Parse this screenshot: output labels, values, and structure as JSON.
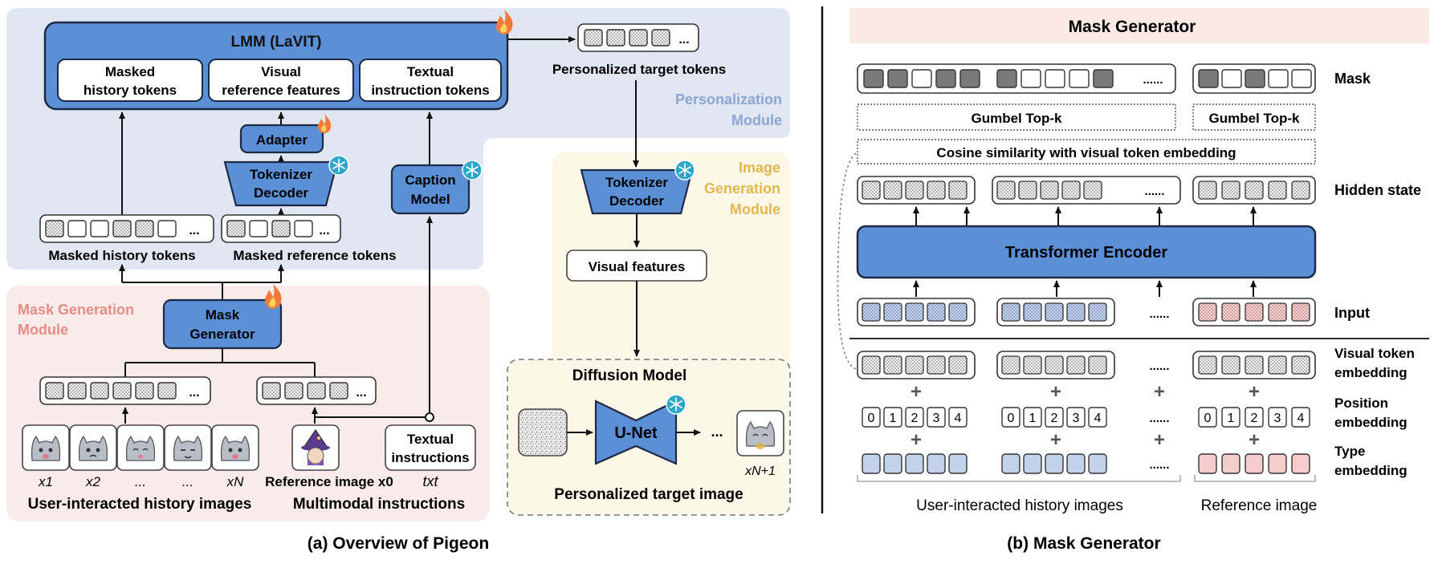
{
  "left": {
    "lmm": {
      "title": "LMM (LaVIT)",
      "slots": [
        {
          "line1": "Masked",
          "line2": "history tokens"
        },
        {
          "line1": "Visual",
          "line2": "reference features"
        },
        {
          "line1": "Textual",
          "line2": "instruction tokens"
        }
      ]
    },
    "personalized_target_tokens": "Personalized target tokens",
    "personalization_module": {
      "line1": "Personalization",
      "line2": "Module"
    },
    "adapter": "Adapter",
    "tokenizer_decoder": {
      "line1": "Tokenizer",
      "line2": "Decoder"
    },
    "caption_model": {
      "line1": "Caption",
      "line2": "Model"
    },
    "masked_history_tokens": "Masked history tokens",
    "masked_reference_tokens": "Masked reference tokens",
    "image_generation_module": {
      "line1": "Image",
      "line2": "Generation",
      "line3": "Module"
    },
    "visual_features": "Visual features",
    "mask_generation_module": {
      "line1": "Mask Generation",
      "line2": "Module"
    },
    "mask_generator": {
      "line1": "Mask",
      "line2": "Generator"
    },
    "diffusion_model": "Diffusion Model",
    "unet": "U-Net",
    "textual_instructions": {
      "line1": "Textual",
      "line2": "instructions"
    },
    "history_labels": [
      "x1",
      "x2",
      "...",
      "...",
      "xN"
    ],
    "reference_image_label": "Reference image x0",
    "txt_label": "txt",
    "target_label": "xN+1",
    "user_history_images": "User-interacted history images",
    "multimodal_instructions": "Multimodal instructions",
    "personalized_target_image": "Personalized target image",
    "ellipsis": "...",
    "caption": "(a) Overview of Pigeon"
  },
  "right": {
    "header": "Mask Generator",
    "gumbel": "Gumbel Top-k",
    "cosine": "Cosine similarity with visual token embedding",
    "transformer": "Transformer Encoder",
    "row_labels": {
      "mask": "Mask",
      "hidden": "Hidden state",
      "input": "Input",
      "visual": {
        "line1": "Visual token",
        "line2": "embedding"
      },
      "position": {
        "line1": "Position",
        "line2": "embedding"
      },
      "type": {
        "line1": "Type",
        "line2": "embedding"
      }
    },
    "positions": [
      "0",
      "1",
      "2",
      "3",
      "4"
    ],
    "plus": "+",
    "dots": "......",
    "user_history_images": "User-interacted history images",
    "reference_image": "Reference image",
    "caption": "(b) Mask Generator"
  },
  "colors": {
    "blue_fill": "#5b8fd6",
    "blue_stroke": "#1e2a44",
    "personalization_bg": "#e1e6f3",
    "mask_gen_bg": "#f9ebea",
    "image_gen_bg": "#fdf7e8",
    "header_bg": "#fbe9e6",
    "label_personalization": "#8aa6d2",
    "label_mask": "#e58c86",
    "label_image": "#e0b84f",
    "dark_cell": "#7a7a7a",
    "input_blue": "#bccbe6",
    "input_pink": "#f2c7c6",
    "type_blue": "#c4d1ea",
    "type_pink": "#f4cccb"
  },
  "icons": [
    "fire-icon",
    "snowflake-icon",
    "cat-icon",
    "wizard-icon",
    "noise-icon"
  ]
}
